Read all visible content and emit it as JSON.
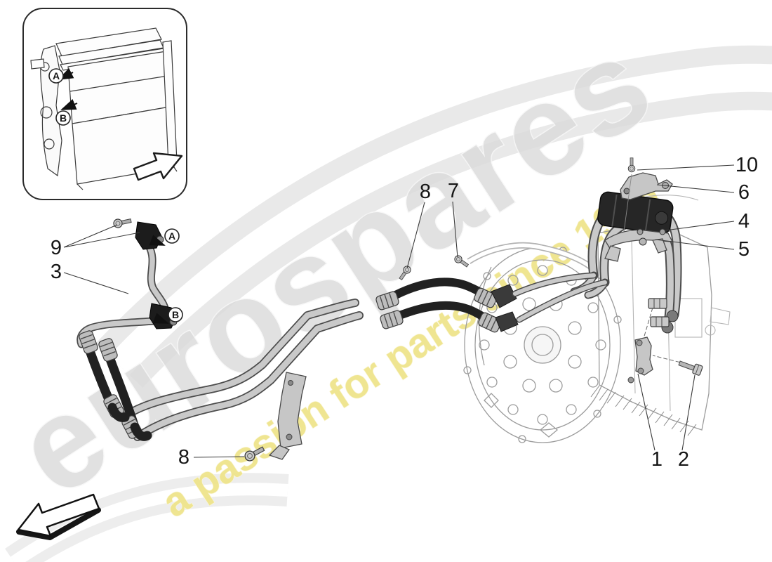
{
  "watermark": {
    "brand": "eurospares",
    "tagline": "a passion for parts since 1985",
    "brand_color": "#dcdcdc",
    "tagline_color": "#efe48c"
  },
  "inset": {
    "port_a": "A",
    "port_b": "B"
  },
  "main_ports": {
    "port_a": "A",
    "port_b": "B"
  },
  "callouts": [
    {
      "id": "9",
      "label": "9"
    },
    {
      "id": "3",
      "label": "3"
    },
    {
      "id": "8-lower",
      "label": "8"
    },
    {
      "id": "8-upper",
      "label": "8"
    },
    {
      "id": "7",
      "label": "7"
    },
    {
      "id": "10",
      "label": "10"
    },
    {
      "id": "6",
      "label": "6"
    },
    {
      "id": "4",
      "label": "4"
    },
    {
      "id": "5",
      "label": "5"
    },
    {
      "id": "1",
      "label": "1"
    },
    {
      "id": "2",
      "label": "2"
    }
  ]
}
